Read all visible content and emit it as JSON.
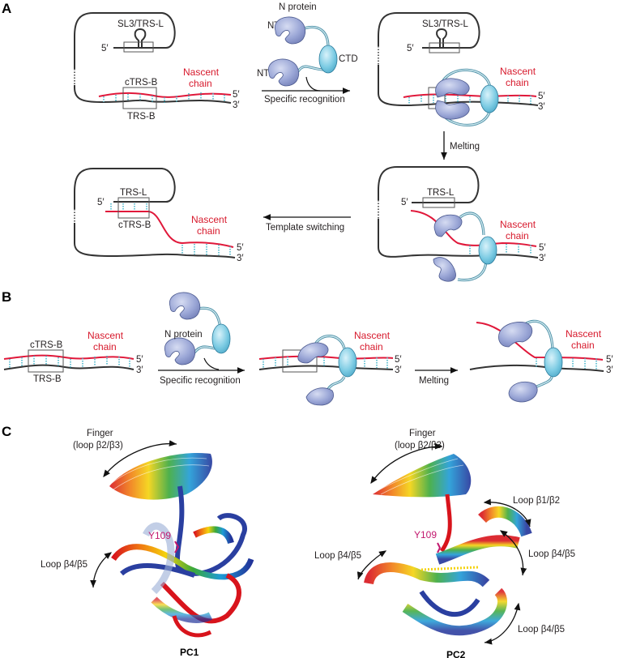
{
  "panels": {
    "A": {
      "label": "A",
      "step1": {
        "leader_label": "SL3/TRS-L",
        "five_prime": "5′",
        "three_prime": "3′",
        "ctrs_b": "cTRS-B",
        "trs_b": "TRS-B",
        "nascent_line1": "Nascent",
        "nascent_line2": "chain"
      },
      "n_protein": {
        "title": "N protein",
        "ntd_top": "NTD",
        "ntd_bottom": "NTD",
        "ctd": "CTD"
      },
      "arrow_recognition": "Specific recognition",
      "step2": {
        "leader_label": "SL3/TRS-L",
        "five_prime_top": "5′",
        "nascent_line1": "Nascent",
        "nascent_line2": "chain",
        "five_prime": "5′",
        "three_prime": "3′"
      },
      "arrow_melting": "Melting",
      "step3": {
        "trs_l": "TRS-L",
        "five_prime_top": "5′",
        "nascent_line1": "Nascent",
        "nascent_line2": "chain",
        "five_prime": "5′",
        "three_prime": "3′"
      },
      "arrow_switching": "Template switching",
      "step4": {
        "trs_l": "TRS-L",
        "ctrs_b": "cTRS-B",
        "five_prime_top": "5′",
        "nascent_line1": "Nascent",
        "nascent_line2": "chain",
        "five_prime": "5′",
        "three_prime": "3′"
      }
    },
    "B": {
      "label": "B",
      "ctrs_b": "cTRS-B",
      "trs_b": "TRS-B",
      "nascent_line1": "Nascent",
      "nascent_line2": "chain",
      "five_prime": "5′",
      "three_prime": "3′",
      "n_protein": "N protein",
      "arrow_recognition": "Specific recognition",
      "arrow_melting": "Melting"
    },
    "C": {
      "label": "C",
      "pc1": {
        "title": "PC1",
        "finger_line1": "Finger",
        "finger_line2": "(loop β2/β3)",
        "residue": "Y109",
        "loop_b4b5": "Loop β4/β5"
      },
      "pc2": {
        "title": "PC2",
        "finger_line1": "Finger",
        "finger_line2": "(loop β2/β3)",
        "residue": "Y109",
        "loop_b1b2": "Loop β1/β2",
        "loop_b4b5_left": "Loop β4/β5",
        "loop_b4b5_right": "Loop β4/β5",
        "loop_b4b5_bottom": "Loop β4/β5"
      }
    }
  },
  "colors": {
    "nascent_chain": "#e0183a",
    "template_rna": "#333333",
    "base_pairs": "#3fb3c9",
    "ntd_fill": "#9aa6d6",
    "ctd_fill": "#7ccbe3",
    "residue_label": "#c2186e"
  }
}
